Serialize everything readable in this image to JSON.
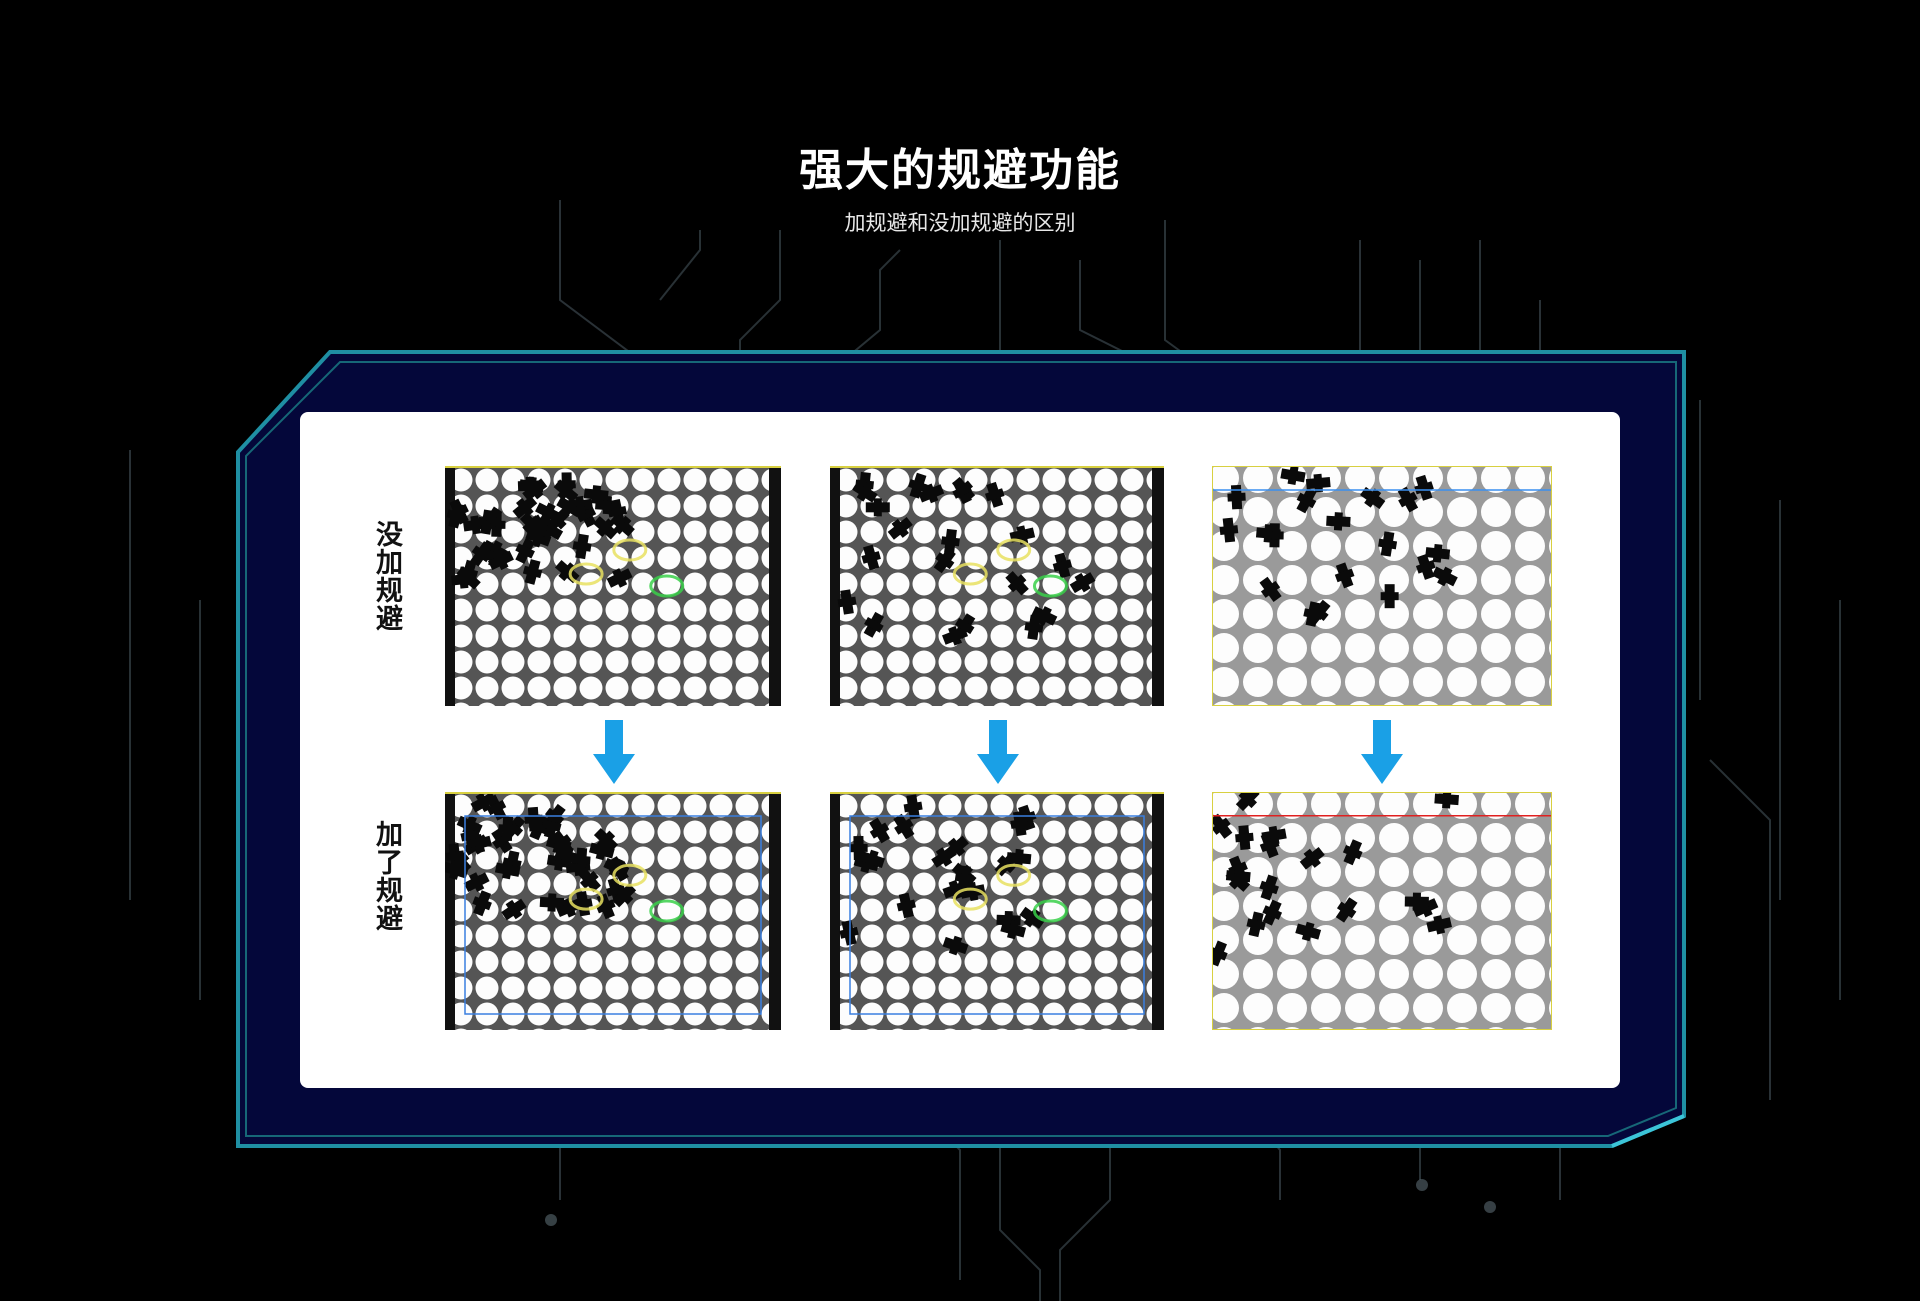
{
  "header": {
    "title": "强大的规避功能",
    "subtitle": "加规避和没加规避的区别"
  },
  "rows": [
    {
      "label": "没加规避"
    },
    {
      "label": "加了规避"
    }
  ],
  "colors": {
    "background": "#000000",
    "frame_fill": "#04073a",
    "frame_border": "#1f8fa3",
    "card": "#ffffff",
    "arrow": "#1aa0e6",
    "circuit": "#5a6a72"
  },
  "icons": [
    "down-arrow-icon",
    "down-arrow-icon",
    "down-arrow-icon"
  ]
}
